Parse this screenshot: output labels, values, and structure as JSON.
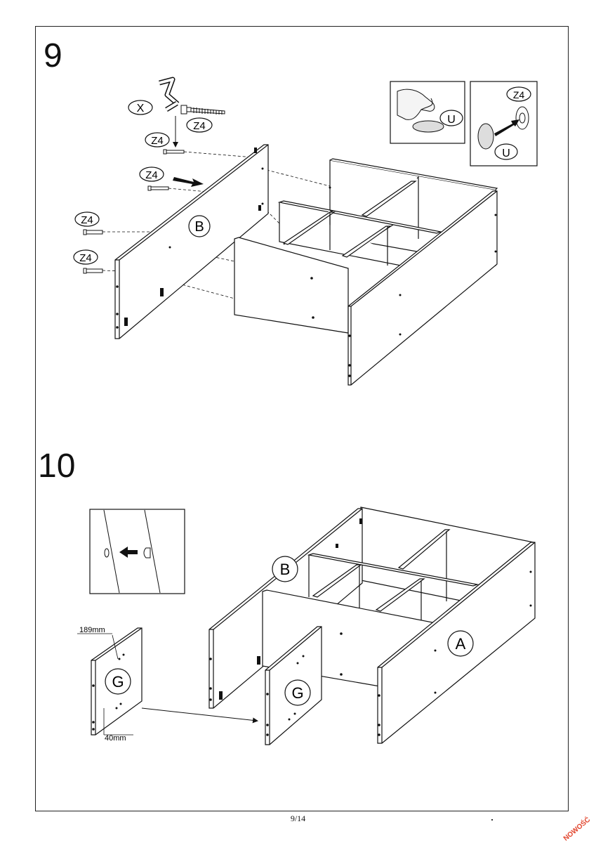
{
  "step9": {
    "number": "9",
    "labels": {
      "wrench": "X",
      "screw": "Z4",
      "panel": "B",
      "cap": "U"
    }
  },
  "step10": {
    "number": "10",
    "labels": {
      "panel_a": "A",
      "panel_b": "B",
      "panel_g": "G"
    },
    "dimensions": {
      "top": "189mm",
      "bottom": "40mm"
    }
  },
  "footer": {
    "page": "9/14",
    "watermark": "NOWOŚĆ"
  }
}
